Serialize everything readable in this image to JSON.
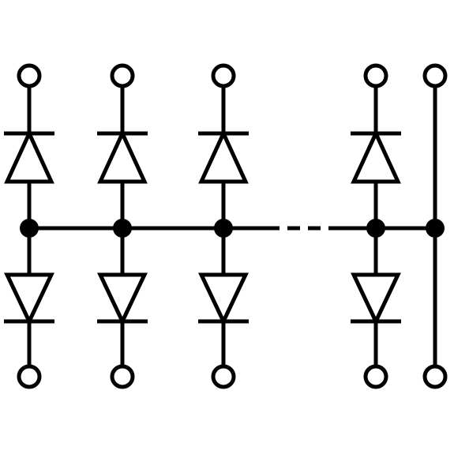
{
  "diagram": {
    "stroke_color": "#000000",
    "background_color": "#ffffff",
    "columns": [
      {
        "id": "col-1",
        "upper_diode": true,
        "lower_diode": true
      },
      {
        "id": "col-2",
        "upper_diode": true,
        "lower_diode": true
      },
      {
        "id": "col-3",
        "upper_diode": true,
        "lower_diode": true
      },
      {
        "id": "col-4",
        "upper_diode": true,
        "lower_diode": true
      },
      {
        "id": "col-5",
        "upper_diode": false,
        "lower_diode": false
      }
    ],
    "bus": {
      "style_segments": [
        "solid",
        "dashed",
        "solid"
      ]
    }
  }
}
